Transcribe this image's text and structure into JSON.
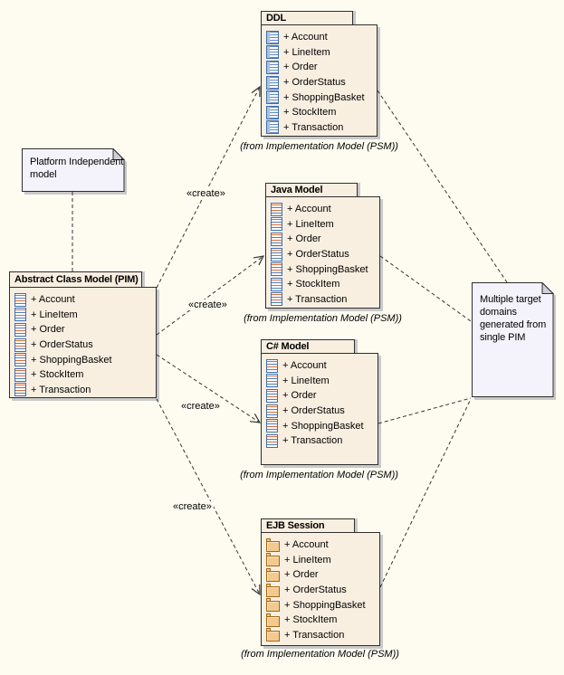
{
  "colors": {
    "background": "#FEFCF1",
    "package_fill": "#F9EFE1",
    "package_border": "#2E2E2E",
    "note_fill": "#F4F3FB",
    "note_fold": "#CFCFD8",
    "shadow": "#C9C9C9",
    "connector": "#333333",
    "icon_blue": "#3E6FAE",
    "icon_orange_folder": "#F4C98E"
  },
  "create_label": "«create»",
  "notes": {
    "pim": {
      "text": "Platform Independent model"
    },
    "target": {
      "text": "Multiple target domains generated from single PIM"
    }
  },
  "packages": {
    "pim": {
      "name": "Abstract Class Model (PIM)",
      "icon": "class-icon",
      "items": [
        "+ Account",
        "+ LineItem",
        "+ Order",
        "+ OrderStatus",
        "+ ShoppingBasket",
        "+ StockItem",
        "+ Transaction"
      ]
    },
    "ddl": {
      "name": "DDL",
      "icon": "table-icon",
      "from": "(from Implementation Model (PSM))",
      "items": [
        "+ Account",
        "+ LineItem",
        "+ Order",
        "+ OrderStatus",
        "+ ShoppingBasket",
        "+ StockItem",
        "+ Transaction"
      ]
    },
    "java": {
      "name": "Java Model",
      "icon": "class-icon",
      "from": "(from Implementation Model (PSM))",
      "items": [
        "+ Account",
        "+ LineItem",
        "+ Order",
        "+ OrderStatus",
        "+ ShoppingBasket",
        "+ StockItem",
        "+ Transaction"
      ]
    },
    "csharp": {
      "name": "C# Model",
      "icon": "class-icon",
      "from": "(from Implementation Model (PSM))",
      "items": [
        "+ Account",
        "+ LineItem",
        "+ Order",
        "+ OrderStatus",
        "+ ShoppingBasket",
        "+ Transaction"
      ]
    },
    "ejb": {
      "name": "EJB Session",
      "icon": "folder-icon",
      "from": "(from Implementation Model (PSM))",
      "items": [
        "+ Account",
        "+ LineItem",
        "+ Order",
        "+ OrderStatus",
        "+ ShoppingBasket",
        "+ StockItem",
        "+ Transaction"
      ]
    }
  }
}
